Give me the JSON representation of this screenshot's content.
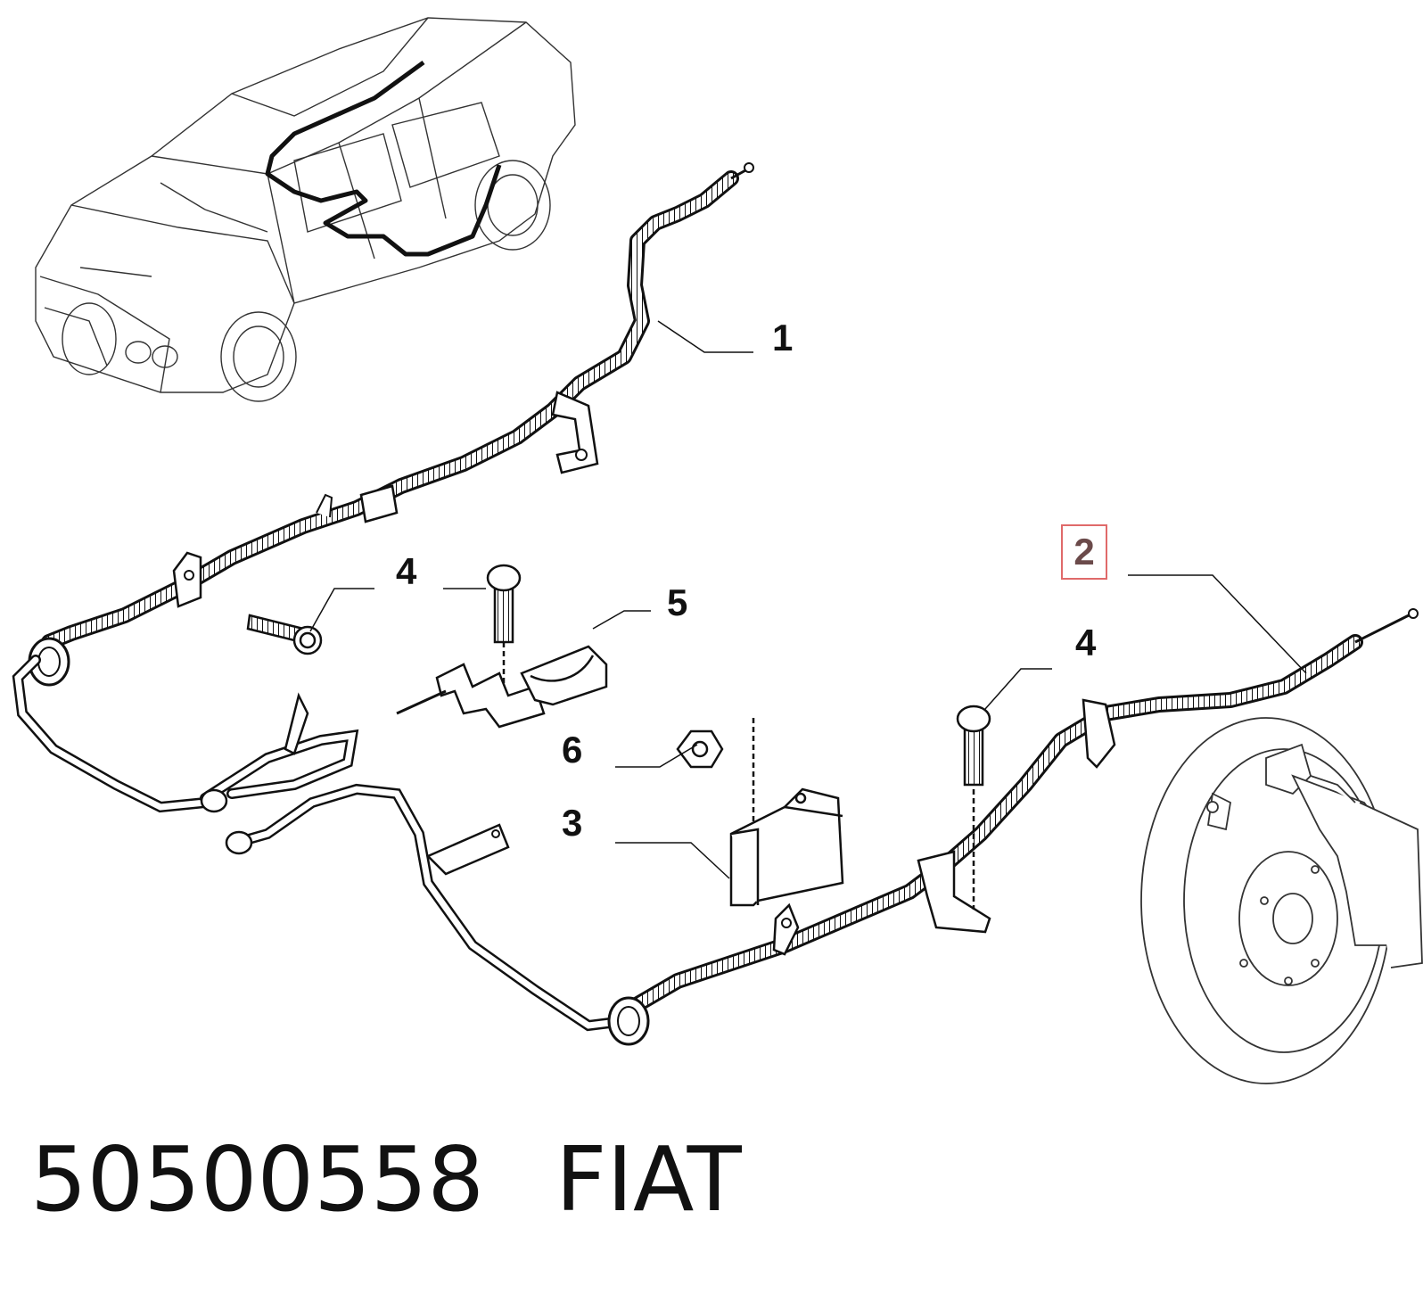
{
  "callouts": {
    "c1": "1",
    "c2": "2",
    "c3": "3",
    "c4a": "4",
    "c4b": "4",
    "c5": "5",
    "c6": "6"
  },
  "footer": {
    "part_number": "50500558",
    "brand": "FIAT"
  },
  "colors": {
    "line": "#111111",
    "highlight_border": "#e06a6a"
  }
}
